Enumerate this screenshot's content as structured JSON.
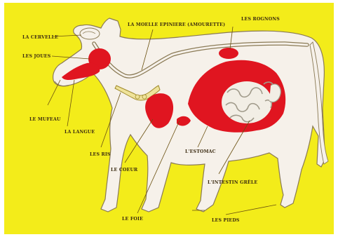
{
  "diagram": {
    "colors": {
      "background": "#f3ec1a",
      "body": "#f6f1ea",
      "outline": "#8a7a55",
      "organ": "#e01520",
      "organ_dark": "#b80d16",
      "intestine": "#f2eee5",
      "leader": "#6a5010",
      "label_text": "#3a2a10"
    },
    "labels": {
      "cervelle": "LA CERVELLE",
      "joues": "LES JOUES",
      "moelle": "LA MOELLE EPINIERE (AMOURETTE)",
      "rognons": "LES ROGNONS",
      "mufeau": "LE MUFEAU",
      "langue": "LA LANGUE",
      "ris": "LES RIS",
      "coeur": "LE COEUR",
      "estomac": "L'ESTOMAC",
      "intestin": "L'INTESTIN GRÊLE",
      "foie": "LE FOIE",
      "pieds": "LES PIEDS"
    }
  }
}
